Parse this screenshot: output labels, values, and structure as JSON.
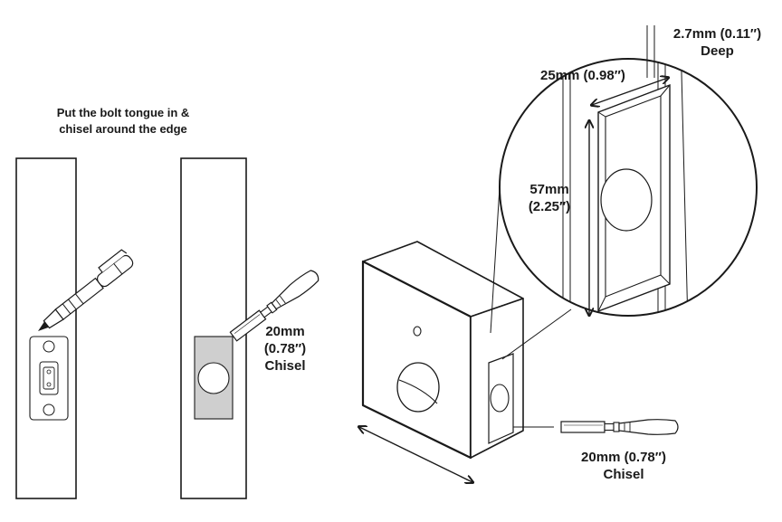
{
  "instruction": {
    "line1": "Put the bolt tongue in &",
    "line2": "chisel around the edge"
  },
  "chisel_middle": {
    "line1": "20mm",
    "line2": "(0.78″)",
    "line3": "Chisel"
  },
  "chisel_bottom": {
    "line1": "20mm (0.78″)",
    "line2": "Chisel"
  },
  "detail": {
    "depth_line1": "2.7mm (0.11″)",
    "depth_line2": "Deep",
    "width": "25mm (0.98″)",
    "height_line1": "57mm",
    "height_line2": "(2.25″)"
  },
  "icons": {
    "pen": "pen-icon",
    "chisel": "chisel-icon"
  },
  "colors": {
    "line": "#1a1a1a",
    "mortise_fill": "#cfcfcf",
    "background": "#ffffff"
  }
}
